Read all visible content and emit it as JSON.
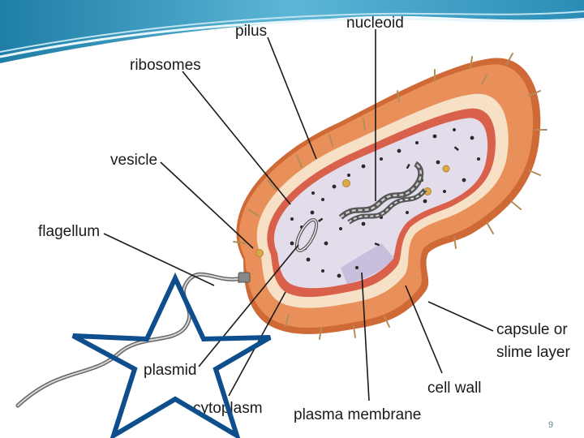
{
  "slide": {
    "page_number": "9",
    "theme_colors": {
      "wave_dark": "#2f8fb4",
      "wave_light": "#bfe4f1",
      "star_outline": "#0f4e8c"
    }
  },
  "diagram": {
    "subject": "bacterial cell (prokaryote) cutaway",
    "labels": {
      "pilus": "pilus",
      "nucleoid": "nucleoid",
      "ribosomes": "ribosomes",
      "vesicle": "vesicle",
      "flagellum": "flagellum",
      "plasmid": "plasmid",
      "cytoplasm": "cytoplasm",
      "plasma_membrane": "plasma membrane",
      "cell_wall": "cell wall",
      "capsule_line1": "capsule or",
      "capsule_line2": "slime layer"
    },
    "colors": {
      "capsule": "#e9905a",
      "capsule_dark": "#cf6a36",
      "wall": "#f6e0c6",
      "membrane": "#d9604a",
      "cytoplasm": "#e3dceb",
      "cytoplasm_dark": "#c9bfdc",
      "ribosome": "#2a2a2a",
      "vesicle": "#d9a94b"
    }
  }
}
